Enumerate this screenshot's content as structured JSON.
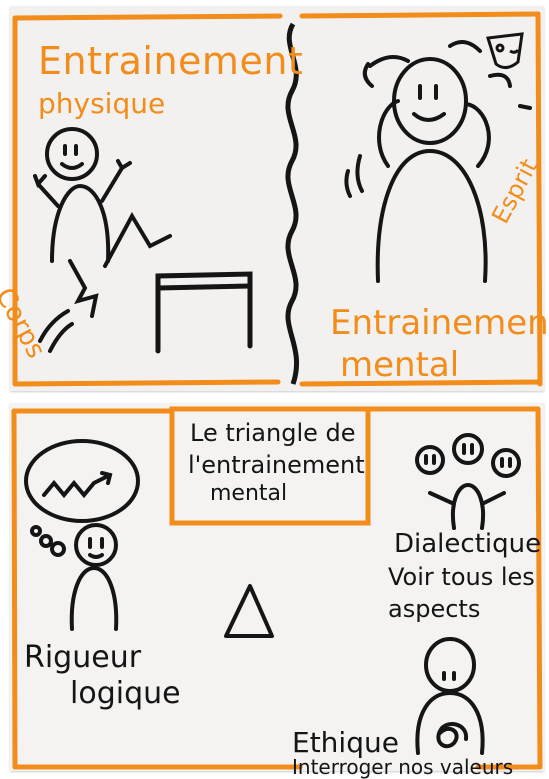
{
  "top_panel": {
    "physical_title_line1": "Entrainement",
    "physical_title_line2": "physique",
    "body_label": "Corps",
    "mind_label": "Esprit",
    "mental_title_line1": "Entrainement",
    "mental_title_line2": "mental"
  },
  "bottom_panel": {
    "box_title_line1": "Le triangle de",
    "box_title_line2": "l'entrainement",
    "box_title_line3": "mental",
    "triangle_symbol": "△",
    "rigor_line1": "Rigueur",
    "rigor_line2": "logique",
    "dialectic_line1": "Dialectique",
    "dialectic_line2": "Voir tous les",
    "dialectic_line3": "aspects",
    "ethics_line1": "Ethique",
    "ethics_line2": "Interroger nos valeurs"
  },
  "colors": {
    "accent_orange": "#f28c1a",
    "ink_black": "#151515",
    "paper": "#f2f1ef"
  }
}
